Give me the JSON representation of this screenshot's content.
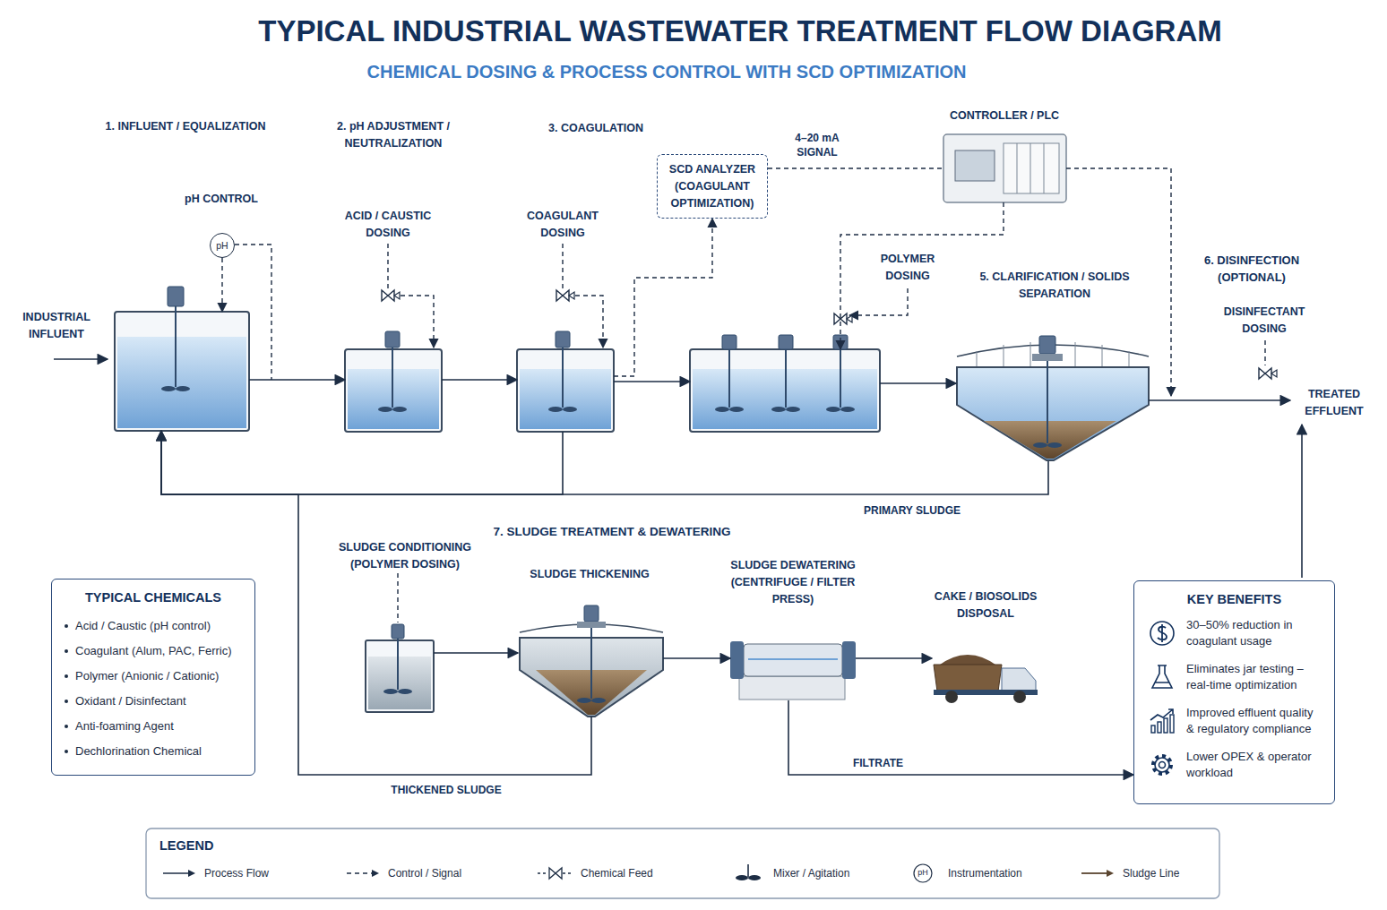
{
  "diagram": {
    "title": "TYPICAL INDUSTRIAL WASTEWATER TREATMENT FLOW DIAGRAM",
    "nodes": [
      {
        "text": [
          "1. INFLUENT / EQUALIZATION"
        ]
      },
      {
        "text": [
          "2. pH ADJUSTMENT / NEUTRALIZATION"
        ]
      },
      {
        "text": [
          "3. COAGULATION"
        ]
      },
      {
        "text": [
          "POLYMER DOSING"
        ]
      },
      {
        "text": [
          "5. CLARIFICATION / SOLIDS SEPARATION"
        ]
      },
      {
        "text": [
          "SCD ANALYZER (COAGULANT OPTIMIZATION)"
        ]
      },
      {
        "text": [
          "CONTROLLER / PLC"
        ]
      },
      {
        "text": [
          "pH"
        ]
      },
      {
        "text": [
          "SLUDGE CONDITIONING (POLYMER DOSING)"
        ]
      },
      {
        "text": [
          "SLUDGE THICKENING"
        ]
      },
      {
        "text": [
          "SLUDGE DEWATERING (CENTRIFUGE / FILTER PRESS)"
        ]
      },
      {
        "text": [
          "CAKE / BIOSOLIDS DISPOSAL"
        ]
      },
      {
        "text": [
          "TYPICAL CHEMICALS",
          "Acid / Caustic (pH control)",
          "Coagulant (Alum, PAC, Ferric)",
          "Polymer (Anionic / Cationic)",
          "Oxidant / Disinfectant",
          "Anti-foaming Agent",
          "Dechlorination Chemical"
        ]
      },
      {
        "text": [
          "KEY BENEFITS",
          "30–50% reduction in coagulant usage",
          "Eliminates jar testing – real-time optimization",
          "Improved effluent quality & regulatory compliance",
          "Lower OPEX & operator workload"
        ]
      }
    ],
    "edges": [
      {
        "from": 0,
        "to": 1,
        "arrow": "to"
      },
      {
        "from": 1,
        "to": 2,
        "arrow": "to"
      },
      {
        "from": 2,
        "to": 3,
        "arrow": "to"
      },
      {
        "from": 3,
        "to": 4,
        "arrow": "to"
      },
      {
        "from": 4,
        "to": 0,
        "arrow": "to",
        "label": "PRIMARY SLUDGE"
      },
      {
        "from": 2,
        "to": 0,
        "arrow": "to"
      },
      {
        "from": 9,
        "to": 0,
        "arrow": "none",
        "label": "THICKENED SLUDGE"
      },
      {
        "from": 8,
        "to": 9,
        "arrow": "to"
      },
      {
        "from": 9,
        "to": 10,
        "arrow": "to"
      },
      {
        "from": 10,
        "to": 11,
        "arrow": "to"
      },
      {
        "from": 10,
        "to": 13,
        "arrow": "to",
        "label": "FILTRATE"
      },
      {
        "from": 2,
        "to": 5,
        "arrow": "to"
      },
      {
        "from": 5,
        "to": 6,
        "arrow": "none",
        "label": "4–20 mA SIGNAL"
      },
      {
        "from": 6,
        "to": 3,
        "arrow": "to"
      },
      {
        "from": 7,
        "to": 0,
        "arrow": "to"
      }
    ],
    "labels": [
      "CHEMICAL DOSING & PROCESS CONTROL WITH SCD OPTIMIZATION",
      "INDUSTRIAL INFLUENT",
      "pH CONTROL",
      "ACID / CAUSTIC DOSING",
      "COAGULANT DOSING",
      "6. DISINFECTION (OPTIONAL)",
      "DISINFECTANT DOSING",
      "TREATED EFFLUENT",
      "7. SLUDGE TREATMENT & DEWATERING",
      "LEGEND",
      "pH"
    ],
    "legend": [
      {
        "text": "Process Flow"
      },
      {
        "text": "Control / Signal"
      },
      {
        "text": "Chemical Feed"
      },
      {
        "text": "Mixer / Agitation"
      },
      {
        "text": "Instrumentation"
      },
      {
        "text": "Sludge Line"
      }
    ]
  }
}
